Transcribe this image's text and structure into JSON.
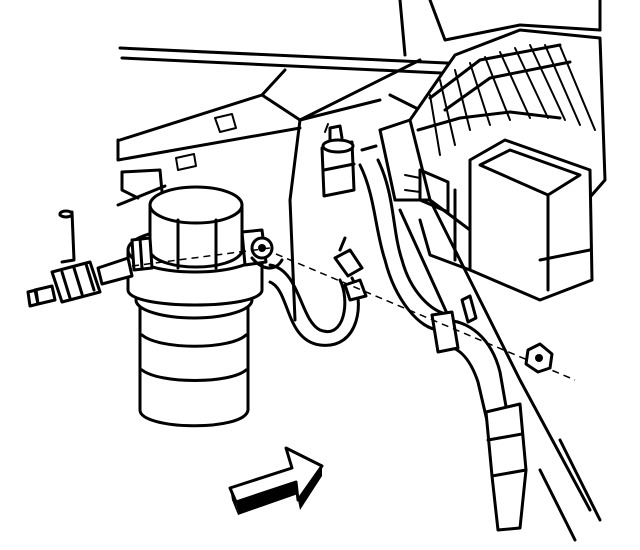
{
  "figure": {
    "background": "#ffffff",
    "ink": "#000000",
    "components": [
      "firewall-panel",
      "evaporator-housing",
      "accumulator-drier",
      "pressure-switch",
      "suction-hose",
      "liquid-line-fitting",
      "mounting-nut",
      "direction-arrow"
    ]
  }
}
